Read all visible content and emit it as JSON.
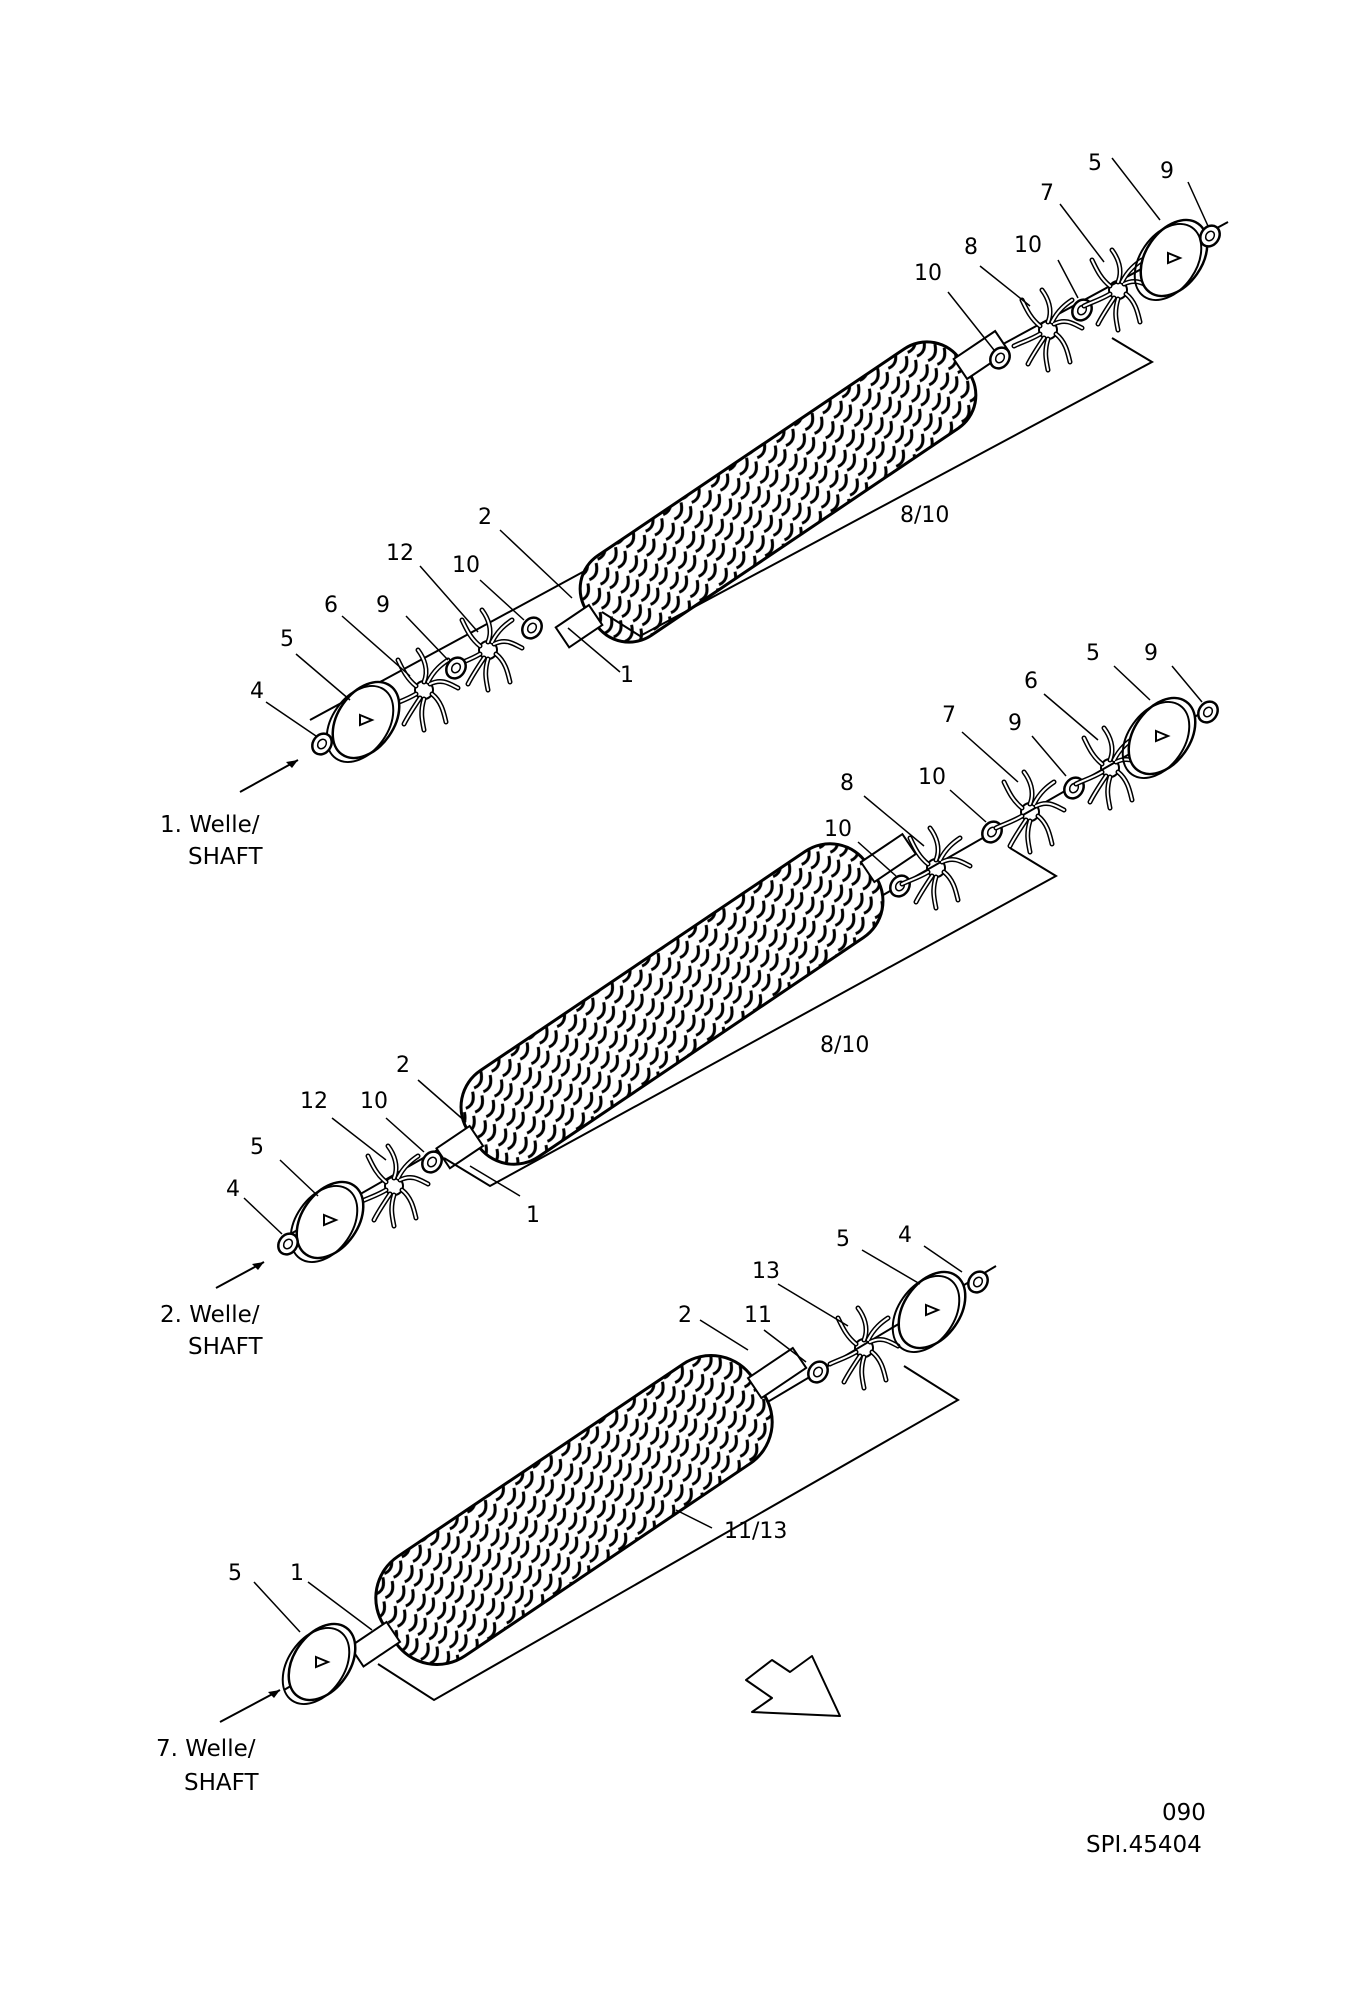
{
  "diagrams": [
    {
      "title_line1": "1. Welle/",
      "title_line2": "SHAFT",
      "group_label": "8/10",
      "callouts": [
        "5",
        "9",
        "7",
        "10",
        "8",
        "10",
        "2",
        "12",
        "10",
        "6",
        "9",
        "5",
        "4",
        "1"
      ]
    },
    {
      "title_line1": "2. Welle/",
      "title_line2": "SHAFT",
      "group_label": "8/10",
      "callouts": [
        "5",
        "9",
        "6",
        "7",
        "9",
        "8",
        "10",
        "10",
        "2",
        "12",
        "10",
        "5",
        "4",
        "1"
      ]
    },
    {
      "title_line1": "7. Welle/",
      "title_line2": "SHAFT",
      "group_label": "11/13",
      "callouts": [
        "5",
        "4",
        "13",
        "2",
        "11",
        "5",
        "1"
      ]
    }
  ],
  "footer": {
    "page_number": "090",
    "drawing_id": "SPI.45404"
  },
  "colors": {
    "ink": "#000000",
    "paper": "#ffffff"
  }
}
